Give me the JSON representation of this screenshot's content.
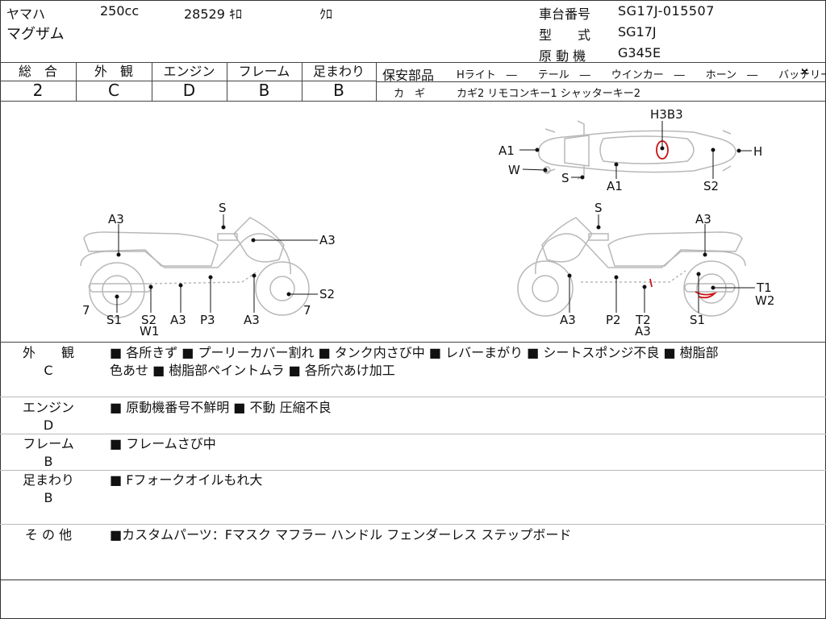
{
  "header": {
    "maker": "ヤマハ",
    "displacement": "250cc",
    "mileage": "28529 ｷﾛ",
    "color": "ｸﾛ",
    "model_name": "マグザム",
    "frame_no_label": "車台番号",
    "frame_no": "SG17J-015507",
    "type_label": "型　　式",
    "type_value": "SG17J",
    "engine_label": "原 動 機",
    "engine_value": "G345E"
  },
  "grades": [
    {
      "label": "総　合",
      "value": "2"
    },
    {
      "label": "外　観",
      "value": "C"
    },
    {
      "label": "エンジン",
      "value": "D"
    },
    {
      "label": "フレーム",
      "value": "B"
    },
    {
      "label": "足まわり",
      "value": "B"
    }
  ],
  "safety": {
    "title": "保安部品",
    "items": "Hライト　―　　テール　―　　ウインカー　―　　ホーン　―　　バッテリー",
    "battery_mark": "×",
    "keys_label": "カ　ギ",
    "keys_value": "カギ2 リモコンキー1 シャッターキー2"
  },
  "diagram_labels": {
    "top": {
      "h3b3": "H3B3",
      "a1_left": "A1",
      "h": "H",
      "w": "W",
      "s": "S",
      "a1_bottom": "A1",
      "s2": "S2"
    },
    "left_side": {
      "s_top": "S",
      "a3_top": "A3",
      "a3_right": "A3",
      "s2_right": "S2",
      "n7_right": "7",
      "n7_left": "7",
      "s1": "S1",
      "s2_w1": "S2",
      "w1": "W1",
      "a3_b1": "A3",
      "p3": "P3",
      "a3_b2": "A3"
    },
    "right_side": {
      "s_top": "S",
      "a3_top": "A3",
      "t1": "T1",
      "w2": "W2",
      "a3_b": "A3",
      "p2": "P2",
      "t2": "T2",
      "a3_t2": "A3",
      "s1": "S1"
    }
  },
  "details": {
    "exterior": {
      "label": "外　　観",
      "grade": "C",
      "line1": "■ 各所きず ■ プーリーカバー割れ ■ タンク内さび中 ■ レバーまがり ■ シートスポンジ不良 ■ 樹脂部",
      "line2": "色あせ ■ 樹脂部ペイントムラ ■ 各所穴あけ加工"
    },
    "engine": {
      "label": "エンジン",
      "grade": "D",
      "line1": "■ 原動機番号不鮮明 ■ 不動 圧縮不良"
    },
    "frame": {
      "label": "フレーム",
      "grade": "B",
      "line1": "■ フレームさび中"
    },
    "suspension": {
      "label": "足まわり",
      "grade": "B",
      "line1": "■ Fフォークオイルもれ大"
    },
    "other": {
      "label": "そ の 他",
      "line1": "■カスタムパーツ：Fマスク マフラー ハンドル フェンダーレス ステップボード"
    }
  }
}
